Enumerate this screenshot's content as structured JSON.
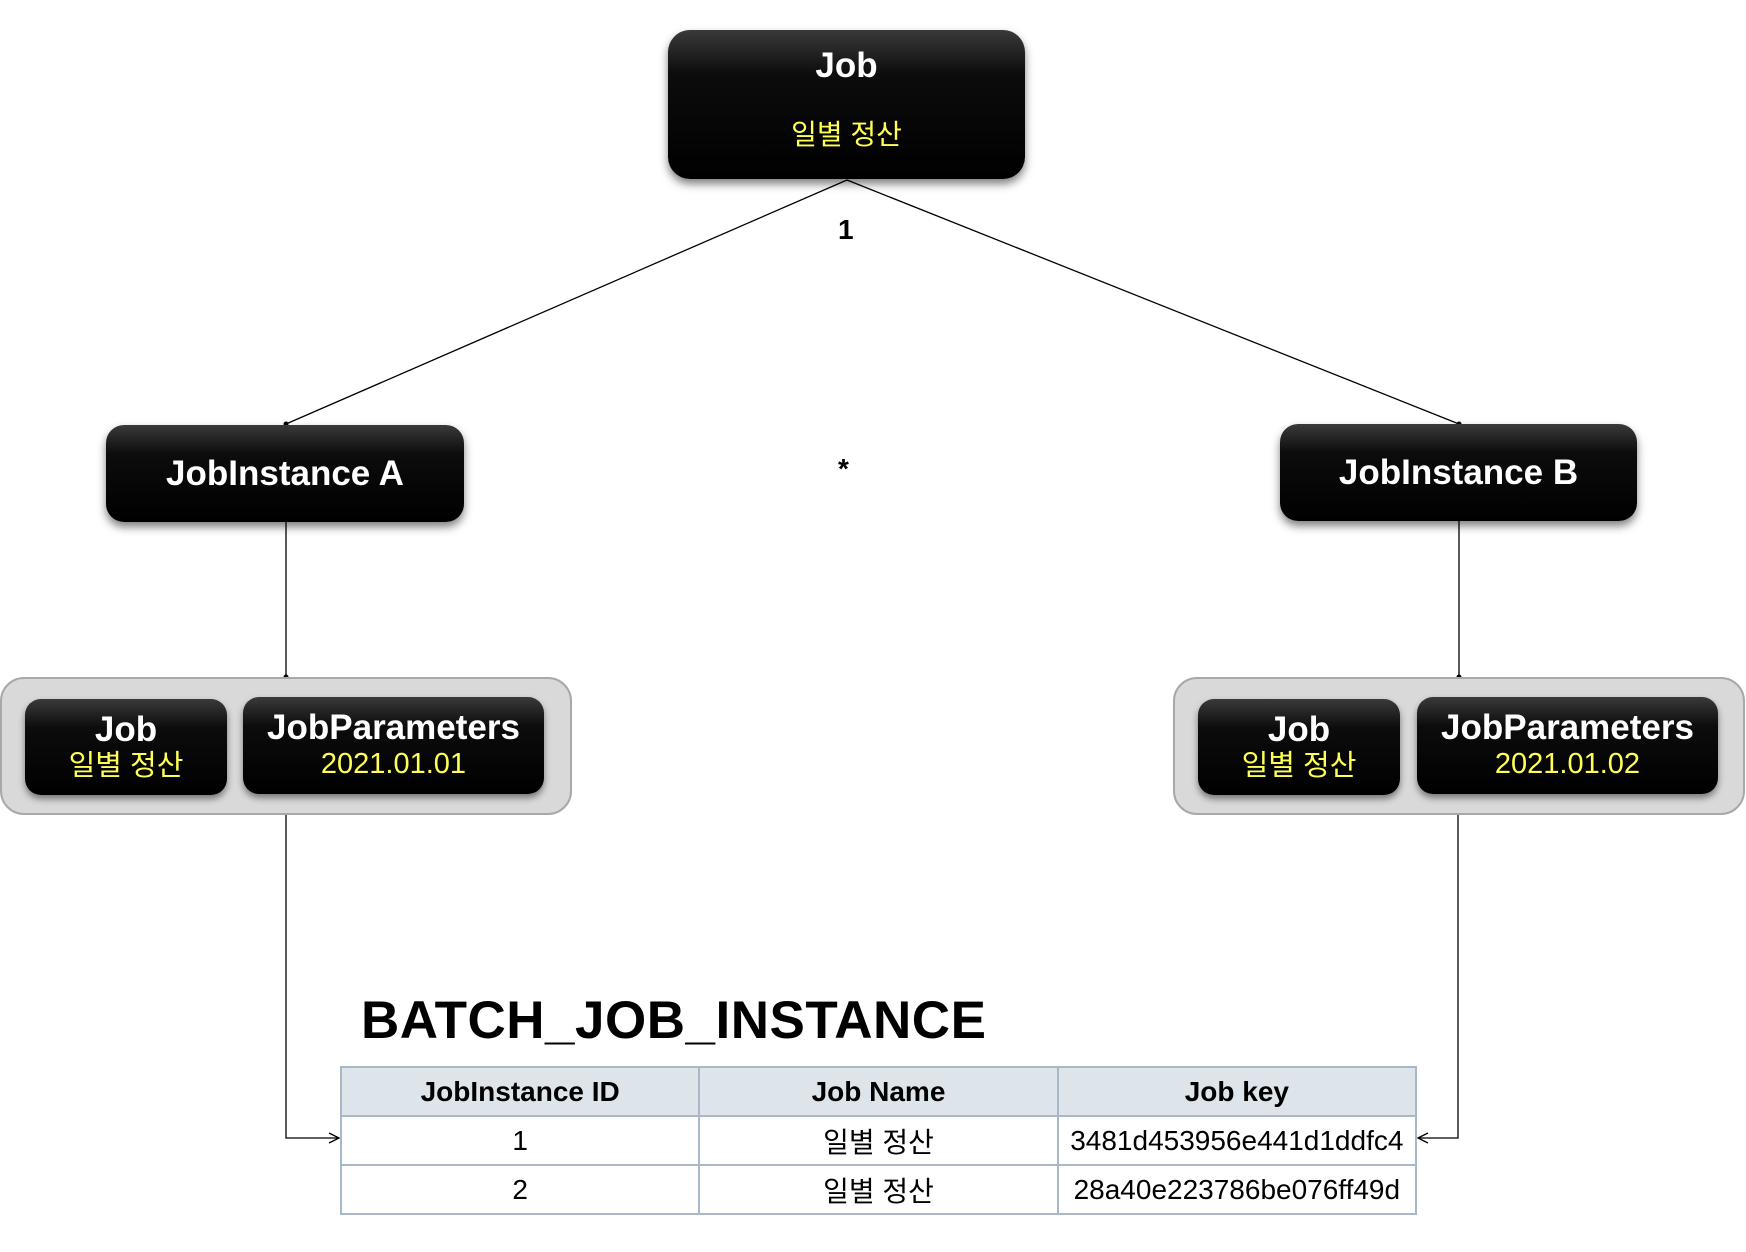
{
  "root": {
    "title": "Job",
    "subtitle": "일별 정산"
  },
  "multiplicity": {
    "one": "1",
    "many": "*"
  },
  "instances": [
    {
      "title": "JobInstance A",
      "job": {
        "title": "Job",
        "value": "일별 정산"
      },
      "params": {
        "title": "JobParameters",
        "value": "2021.01.01"
      }
    },
    {
      "title": "JobInstance B",
      "job": {
        "title": "Job",
        "value": "일별 정산"
      },
      "params": {
        "title": "JobParameters",
        "value": "2021.01.02"
      }
    }
  ],
  "table": {
    "title": "BATCH_JOB_INSTANCE",
    "headers": [
      "JobInstance ID",
      "Job Name",
      "Job key"
    ],
    "rows": [
      [
        "1",
        "일별 정산",
        "3481d453956e441d1ddfc4"
      ],
      [
        "2",
        "일별 정산",
        "28a40e223786be076ff49d"
      ]
    ]
  },
  "colors": {
    "node_fill": "#000000",
    "highlight_text": "#ffff54",
    "group_fill": "#d9d9d9",
    "table_header": "#dde4ea",
    "table_border": "#a8b8c8"
  }
}
